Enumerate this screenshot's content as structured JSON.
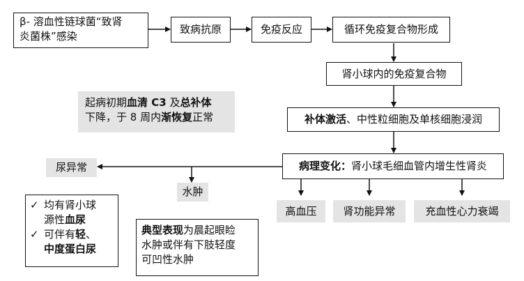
{
  "infection": {
    "line1": "β- 溶血性链球菌“致肾",
    "line2": "炎菌株”感染"
  },
  "antigen": "致病抗原",
  "immune_reaction": "免疫反应",
  "complex_formation": "循环免疫复合物形成",
  "glomerular_complex": "肾小球内的免疫复合物",
  "complement": {
    "bold": "补体激活",
    "rest": "、中性粒细胞及单核细胞浸润"
  },
  "pathology": {
    "bold": "病理变化：",
    "rest": "肾小球毛细血管内增生性肾炎"
  },
  "note": {
    "p1": "起病初期",
    "b1": "血清 C3",
    "p2": " 及",
    "b2": "总补体",
    "p3": "下降，于 8 周内",
    "b3": "渐恢复",
    "p4": "正常"
  },
  "urine": {
    "title": "尿异常",
    "item1": {
      "check": "✓",
      "text1": "均有肾小球",
      "text2": "源性",
      "bold": "血尿"
    },
    "item2": {
      "check": "✓",
      "text1": "可伴有",
      "bold1": "轻",
      "text1b": "、",
      "bold2": "中度蛋白尿"
    }
  },
  "edema": {
    "title": "水肿",
    "bold": "典型表现",
    "text1": "为晨起眼睑",
    "text2": "水肿或伴有下肢轻度",
    "text3": "可凹性水肿"
  },
  "outcomes": {
    "hypertension": "高血压",
    "renal": "肾功能异常",
    "heart_failure": "充血性心力衰竭"
  }
}
